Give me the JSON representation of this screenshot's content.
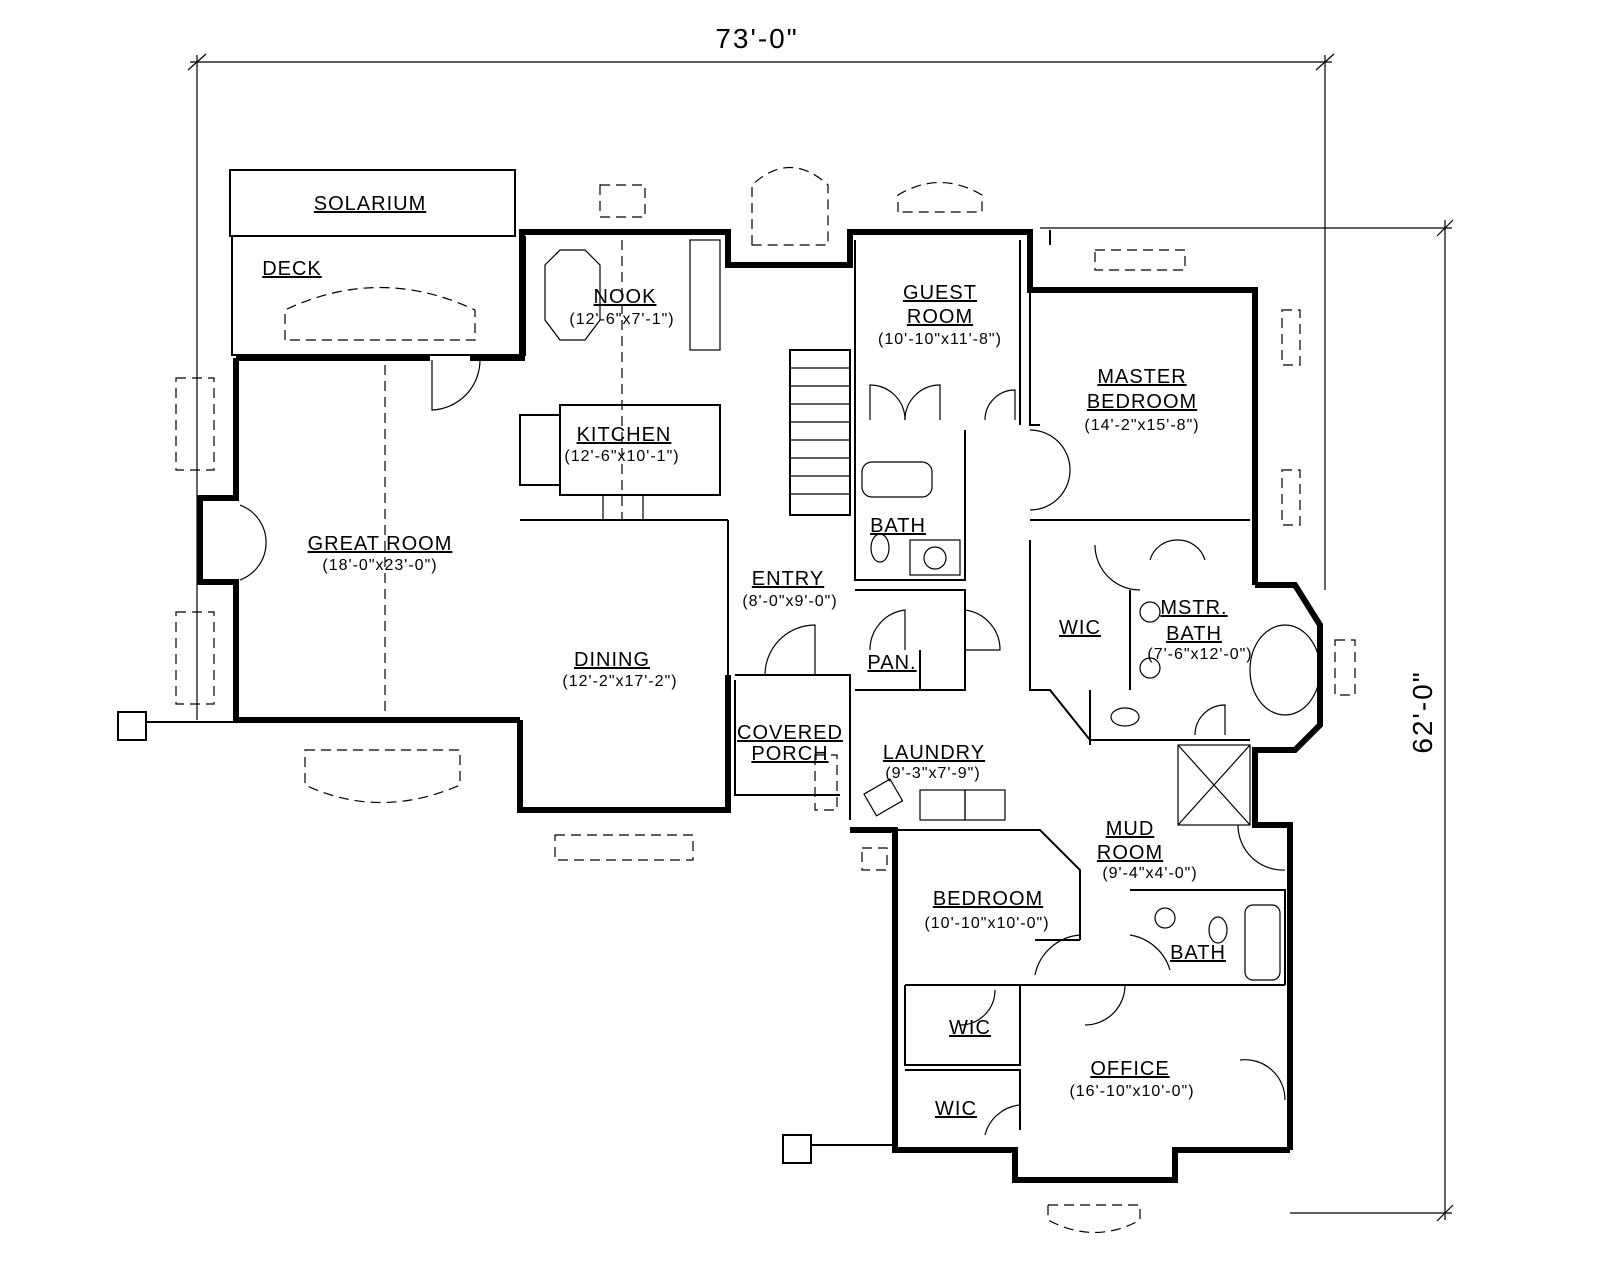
{
  "overall": {
    "width": "73'-0\"",
    "depth": "62'-0\""
  },
  "rooms": [
    {
      "id": "solarium",
      "name": [
        "SOLARIUM"
      ],
      "size": ""
    },
    {
      "id": "deck",
      "name": [
        "DECK"
      ],
      "size": ""
    },
    {
      "id": "nook",
      "name": [
        "NOOK"
      ],
      "size": "(12'-6\"x7'-1\")"
    },
    {
      "id": "kitchen",
      "name": [
        "KITCHEN"
      ],
      "size": "(12'-6\"x10'-1\")"
    },
    {
      "id": "great-room",
      "name": [
        "GREAT ROOM"
      ],
      "size": "(18'-0\"x23'-0\")"
    },
    {
      "id": "dining",
      "name": [
        "DINING"
      ],
      "size": "(12'-2\"x17'-2\")"
    },
    {
      "id": "entry",
      "name": [
        "ENTRY"
      ],
      "size": "(8'-0\"x9'-0\")"
    },
    {
      "id": "covered-porch",
      "name": [
        "COVERED",
        "PORCH"
      ],
      "size": ""
    },
    {
      "id": "guest-room",
      "name": [
        "GUEST",
        "ROOM"
      ],
      "size": "(10'-10\"x11'-8\")"
    },
    {
      "id": "master-bedroom",
      "name": [
        "MASTER",
        "BEDROOM"
      ],
      "size": "(14'-2\"x15'-8\")"
    },
    {
      "id": "guest-bath",
      "name": [
        "BATH"
      ],
      "size": ""
    },
    {
      "id": "master-wic",
      "name": [
        "WIC"
      ],
      "size": ""
    },
    {
      "id": "master-bath",
      "name": [
        "MSTR.",
        "BATH"
      ],
      "size": "(7'-6\"x12'-0\")"
    },
    {
      "id": "pantry",
      "name": [
        "PAN."
      ],
      "size": ""
    },
    {
      "id": "laundry",
      "name": [
        "LAUNDRY"
      ],
      "size": "(9'-3\"x7'-9\")"
    },
    {
      "id": "mud-room",
      "name": [
        "MUD",
        "ROOM"
      ],
      "size": "(9'-4\"x4'-0\")"
    },
    {
      "id": "bedroom",
      "name": [
        "BEDROOM"
      ],
      "size": "(10'-10\"x10'-0\")"
    },
    {
      "id": "bath-2",
      "name": [
        "BATH"
      ],
      "size": ""
    },
    {
      "id": "wic-2",
      "name": [
        "WIC"
      ],
      "size": ""
    },
    {
      "id": "office",
      "name": [
        "OFFICE"
      ],
      "size": "(16'-10\"x10'-0\")"
    },
    {
      "id": "wic-3",
      "name": [
        "WIC"
      ],
      "size": ""
    }
  ]
}
